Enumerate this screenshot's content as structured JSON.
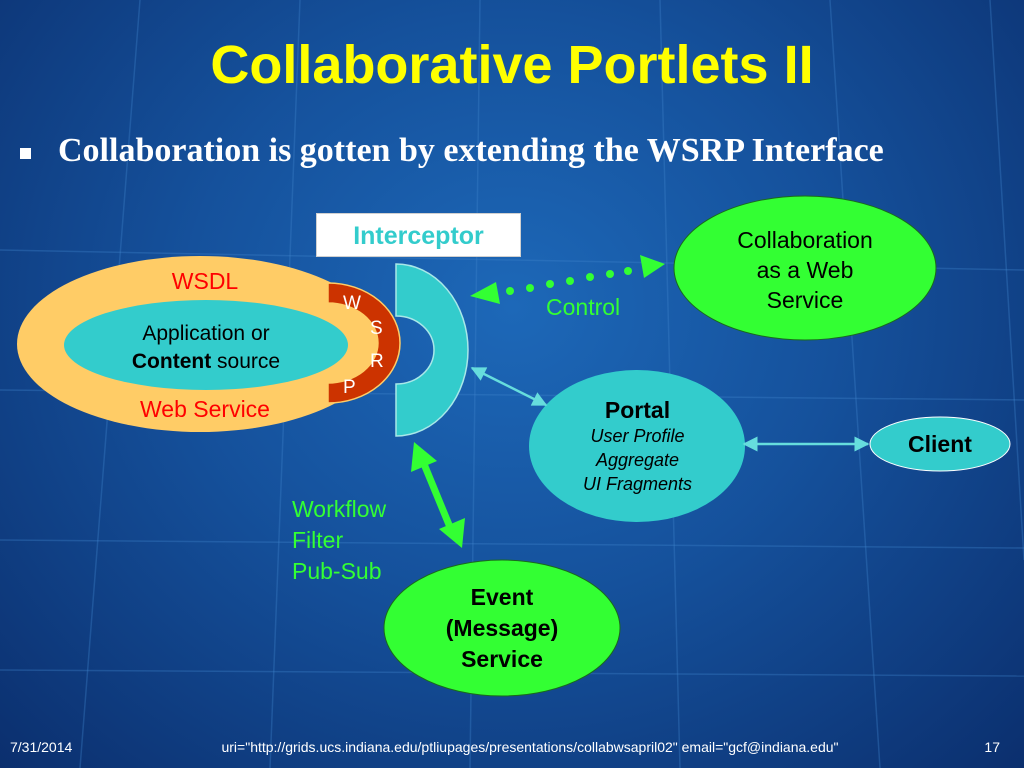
{
  "slide": {
    "title": "Collaborative Portlets II",
    "bullet": "Collaboration is gotten by extending the WSRP Interface"
  },
  "diagram": {
    "interceptor": "Interceptor",
    "wsdl": "WSDL",
    "web_service": "Web Service",
    "app_line1": "Application or",
    "app_content": "Content",
    "app_source": " source",
    "wsrp_letters": [
      "W",
      "S",
      "R",
      "P"
    ],
    "collab_service": [
      "Collaboration",
      "as a Web",
      "Service"
    ],
    "control": "Control",
    "portal": {
      "title": "Portal",
      "lines": [
        "User Profile",
        "Aggregate",
        "UI Fragments"
      ]
    },
    "client": "Client",
    "workflow": [
      "Workflow",
      "Filter",
      "Pub-Sub"
    ],
    "event_service": [
      "Event",
      "(Message)",
      "Service"
    ]
  },
  "footer": {
    "date": "7/31/2014",
    "uri": "uri=\"http://grids.ucs.indiana.edu/ptliupages/presentations/collabwsapril02\" email=\"gcf@indiana.edu\"",
    "page": "17"
  },
  "colors": {
    "title": "#ffff00",
    "outer_ellipse": "#ffcc66",
    "inner_ellipse": "#33cccc",
    "wsrp_band": "#cc3300",
    "service_green": "#33ff33",
    "arrow_green": "#33ff33",
    "arrow_teal": "#66dddd"
  }
}
